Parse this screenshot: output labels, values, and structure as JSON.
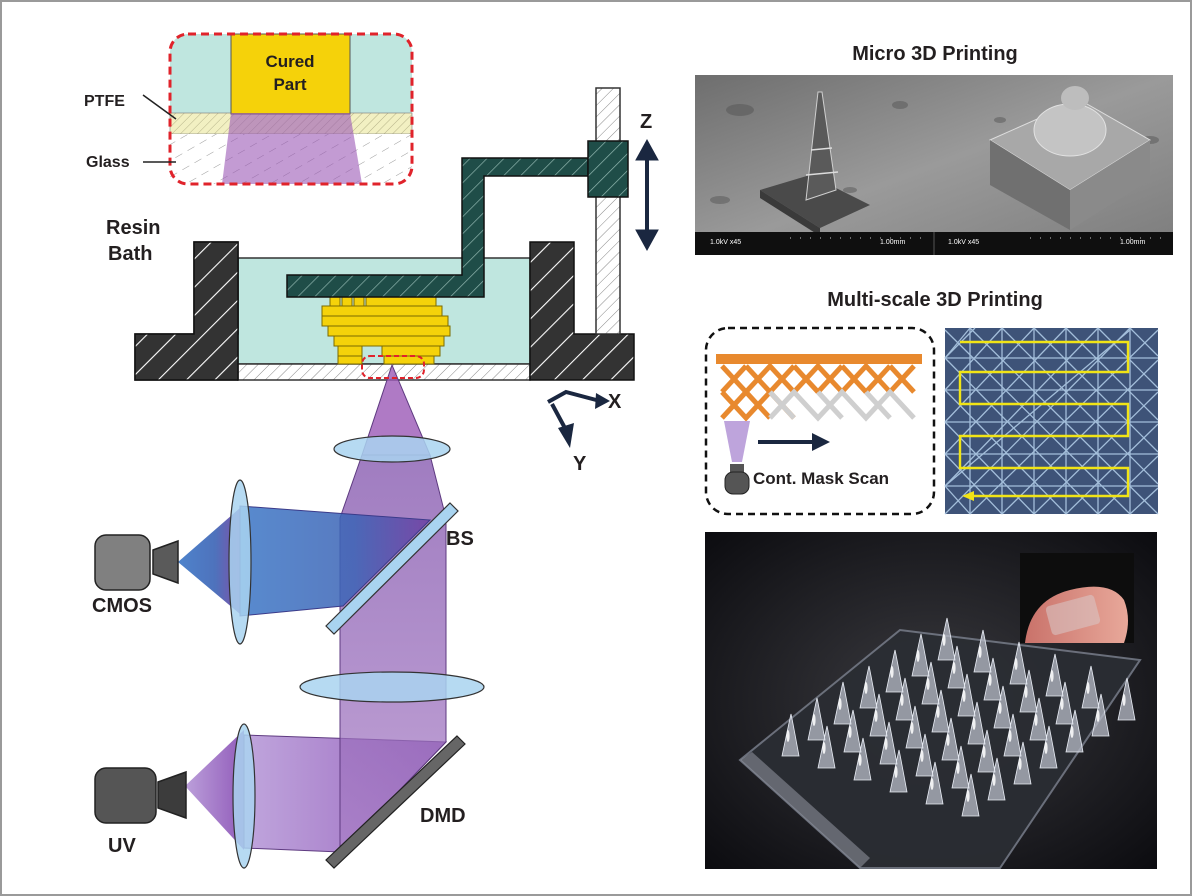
{
  "labels": {
    "cured_part_line1": "Cured",
    "cured_part_line2": "Part",
    "ptfe": "PTFE",
    "glass": "Glass",
    "resin_bath_line1": "Resin",
    "resin_bath_line2": "Bath",
    "axis_z": "Z",
    "axis_x": "X",
    "axis_y": "Y",
    "bs": "BS",
    "cmos": "CMOS",
    "dmd": "DMD",
    "uv": "UV",
    "cont_mask_scan": "Cont. Mask Scan"
  },
  "micro": {
    "title": "Micro 3D Printing",
    "sem_left_info": "1.0kV x45",
    "sem_left_scale": "1.00mm",
    "sem_right_info": "1.0kV x45",
    "sem_right_scale": "1.00mm"
  },
  "multiscale": {
    "title": "Multi-scale 3D Printing"
  },
  "colors": {
    "resin": "#bfe6df",
    "cured": "#f5d20a",
    "beam": "#9b59b6",
    "platform": "#1f4d48",
    "lattice": "#e8892e",
    "sem_bg": "#8a8a8a",
    "dashed_red": "#e0232b"
  }
}
